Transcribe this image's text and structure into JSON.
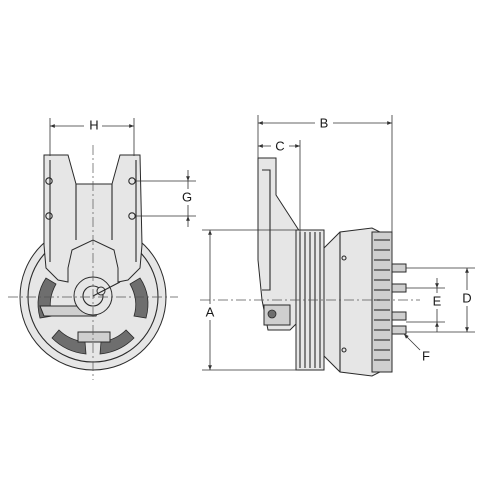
{
  "figure": {
    "dimension_labels": {
      "A": "A",
      "B": "B",
      "C": "C",
      "D": "D",
      "E": "E",
      "F": "F",
      "G": "G",
      "H": "H"
    }
  }
}
